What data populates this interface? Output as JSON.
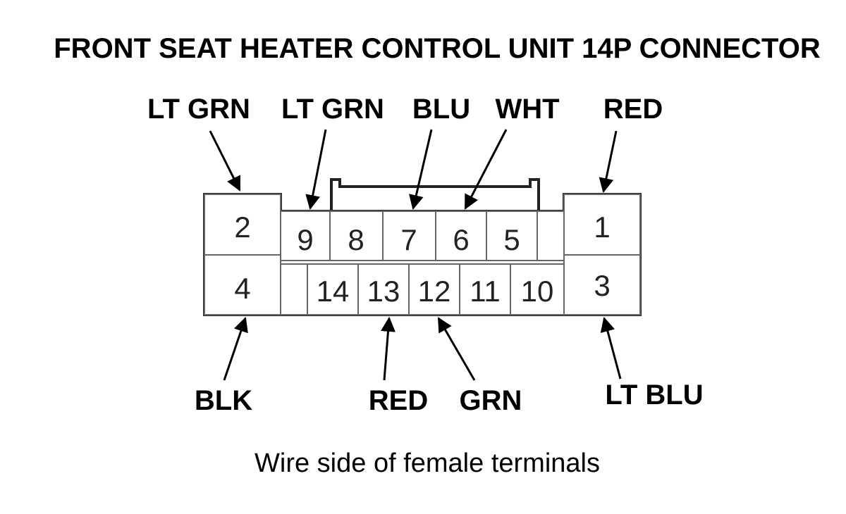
{
  "diagram": {
    "title": "FRONT SEAT HEATER CONTROL UNIT 14P CONNECTOR",
    "caption": "Wire side of female terminals",
    "connector": {
      "pins": [
        "1",
        "2",
        "3",
        "4",
        "5",
        "6",
        "7",
        "8",
        "9",
        "10",
        "11",
        "12",
        "13",
        "14"
      ]
    },
    "wires_top": [
      {
        "color": "LT GRN",
        "pin": "2"
      },
      {
        "color": "LT GRN",
        "pin": "9"
      },
      {
        "color": "BLU",
        "pin": "7"
      },
      {
        "color": "WHT",
        "pin": "6"
      },
      {
        "color": "RED",
        "pin": "1"
      }
    ],
    "wires_bottom": [
      {
        "color": "BLK",
        "pin": "4"
      },
      {
        "color": "RED",
        "pin": "13"
      },
      {
        "color": "GRN",
        "pin": "12"
      },
      {
        "color": "LT BLU",
        "pin": "3"
      }
    ]
  }
}
